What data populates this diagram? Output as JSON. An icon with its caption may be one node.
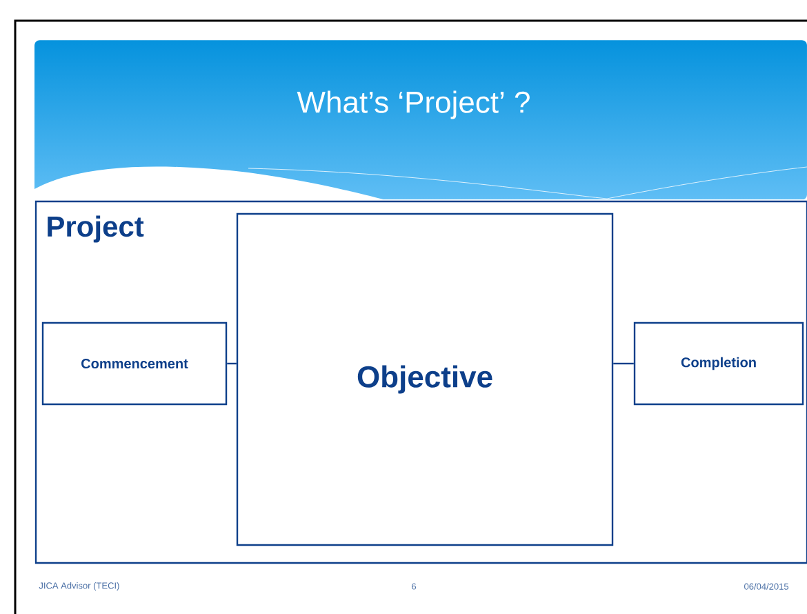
{
  "diagram": {
    "title": "What’s ‘Project’ ?",
    "nodes": [
      {
        "text": [
          "Project"
        ]
      },
      {
        "text": [
          "Commencement"
        ],
        "in": 0
      },
      {
        "text": [
          "Objective"
        ],
        "in": 0
      },
      {
        "text": [
          "Completion"
        ],
        "in": 0
      }
    ],
    "edges": [
      {
        "from": 1,
        "to": 2,
        "arrow": "none"
      },
      {
        "from": 2,
        "to": 3,
        "arrow": "none"
      }
    ],
    "labels": [
      "JICA Advisor (TECI)",
      "6",
      "06/04/2015"
    ]
  }
}
